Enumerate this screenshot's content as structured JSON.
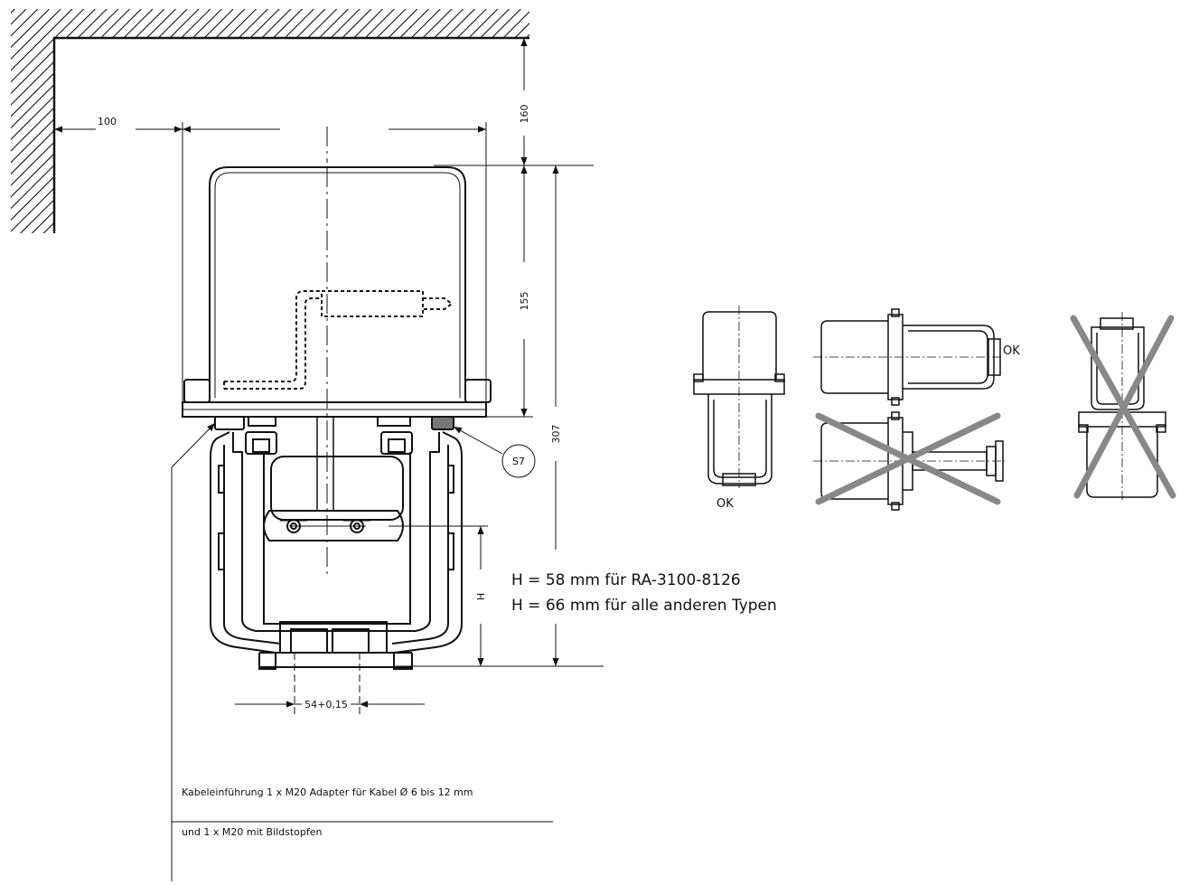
{
  "dimensions": {
    "wall_distance": "100",
    "top_clearance": "160",
    "housing_height": "155",
    "total_height": "307",
    "height_symbol": "H",
    "bolt_spacing": "54+0,15"
  },
  "labels": {
    "s7_callout": "S7",
    "ok_upright": "OK",
    "ok_horizontal": "OK"
  },
  "notes": {
    "h_line_1": "H = 58 mm für RA-3100-8126",
    "h_line_2": "H = 66 mm für alle anderen Typen",
    "cable_line_1": "Kabeleinführung 1 x M20 Adapter für Kabel Ø 6 bis 12 mm",
    "cable_line_2": "und 1 x M20 mit Bildstopfen"
  },
  "colors": {
    "line": "#111111",
    "cross": "#888888",
    "hatch": "#111111"
  }
}
